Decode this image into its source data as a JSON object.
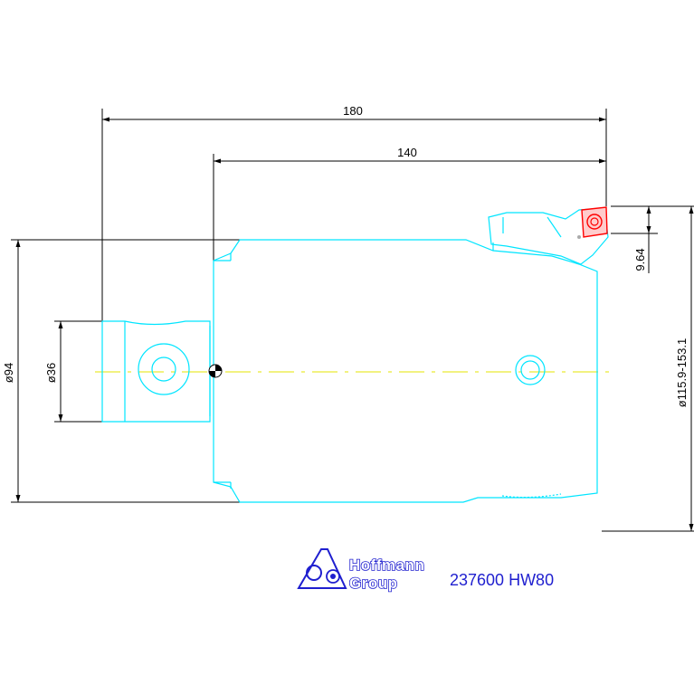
{
  "drawing": {
    "dimensions": {
      "overall_length": "180",
      "body_length": "140",
      "body_diameter": "ø94",
      "shank_diameter": "ø36",
      "insert_offset": "9.64",
      "bore_range": "ø115.9-153.1"
    },
    "logo": {
      "line1": "Hoffmann",
      "line2": "Group"
    },
    "part_number": "237600 HW80",
    "colors": {
      "outline": "#00e5ff",
      "dimension": "#000000",
      "centerline": "#e6e600",
      "insert": "#ff0000",
      "logo": "#1f1fcf"
    }
  }
}
